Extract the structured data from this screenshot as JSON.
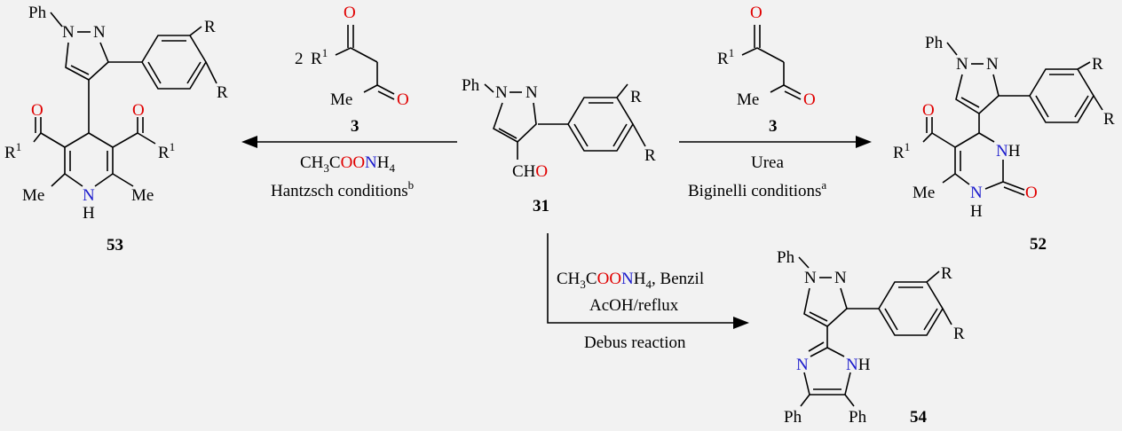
{
  "atoms": {
    "ph": "Ph",
    "n": "N",
    "r": "R",
    "r1": "R",
    "sup1": "1",
    "o": "O",
    "me": "Me",
    "h": "H",
    "nh": "NH",
    "cho_c": "CH",
    "cho_o": "O",
    "two": "2"
  },
  "compounds": {
    "c31": "31",
    "c3": "3",
    "c52": "52",
    "c53": "53",
    "c54": "54"
  },
  "reagents": {
    "left_line1_part1": "CH",
    "left_line1_sub3": "3",
    "left_line1_c": "C",
    "left_line1_oo": "OO",
    "left_line1_n": "N",
    "left_line1_h": "H",
    "left_line1_sub4": "4",
    "left_line2": "Hantzsch conditions",
    "left_line2_sup": "b",
    "right_line1": "Urea",
    "right_line2": "Biginelli conditions",
    "right_line2_sup": "a",
    "down_line1_part1": "CH",
    "down_line1_sub3": "3",
    "down_line1_c": "C",
    "down_line1_oo": "OO",
    "down_line1_n": "N",
    "down_line1_h": "H",
    "down_line1_sub4": "4",
    "down_line1_rest": ", Benzil",
    "down_line2": "AcOH/reflux",
    "down_line3": "Debus reaction"
  },
  "colors": {
    "oxygen": "#e00000",
    "nitrogen": "#1a1acc",
    "background": "#f2f2f2"
  }
}
